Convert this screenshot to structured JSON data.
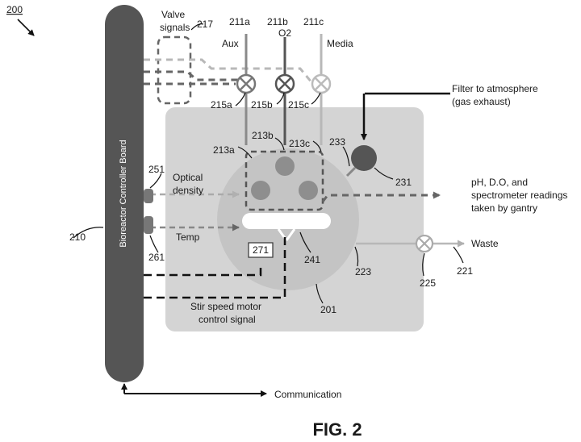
{
  "figure_ref": "200",
  "figure_caption": "FIG. 2",
  "controller": {
    "label": "Bioreactor Controller Board",
    "ref": "210"
  },
  "valve_signals": {
    "label_line1": "Valve",
    "label_line2": "signals",
    "ref": "217"
  },
  "inputs": [
    {
      "ref": "211a",
      "label": "Aux",
      "valve_ref": "215a",
      "port_ref": "213a"
    },
    {
      "ref": "211b",
      "label": "O2",
      "valve_ref": "215b",
      "port_ref": "213b"
    },
    {
      "ref": "211c",
      "label": "Media",
      "valve_ref": "215c",
      "port_ref": "213c"
    }
  ],
  "filter": {
    "label_line1": "Filter to atmosphere",
    "label_line2": "(gas exhaust)",
    "ref": "231",
    "line_ref": "233"
  },
  "readings": {
    "label_line1": "pH, D.O, and",
    "label_line2": "spectrometer readings",
    "label_line3": "taken by gantry"
  },
  "sensors": [
    {
      "label_line1": "Optical",
      "label_line2": "density",
      "ref": "251"
    },
    {
      "label_line1": "Temp",
      "label_line2": "",
      "ref": "261"
    }
  ],
  "vessel": {
    "ref": "201",
    "chamber_ref": "241",
    "motor_ref": "271",
    "outlet_ref": "223"
  },
  "waste": {
    "label": "Waste",
    "valve_ref": "225",
    "ref": "221"
  },
  "motor_signal": {
    "label_line1": "Stir speed motor",
    "label_line2": "control signal"
  },
  "communication": {
    "label": "Communication"
  },
  "colors": {
    "board": "#555555",
    "vessel": "#d4d4d4",
    "dark_line": "#555555",
    "light_line": "#b8b8b8"
  }
}
